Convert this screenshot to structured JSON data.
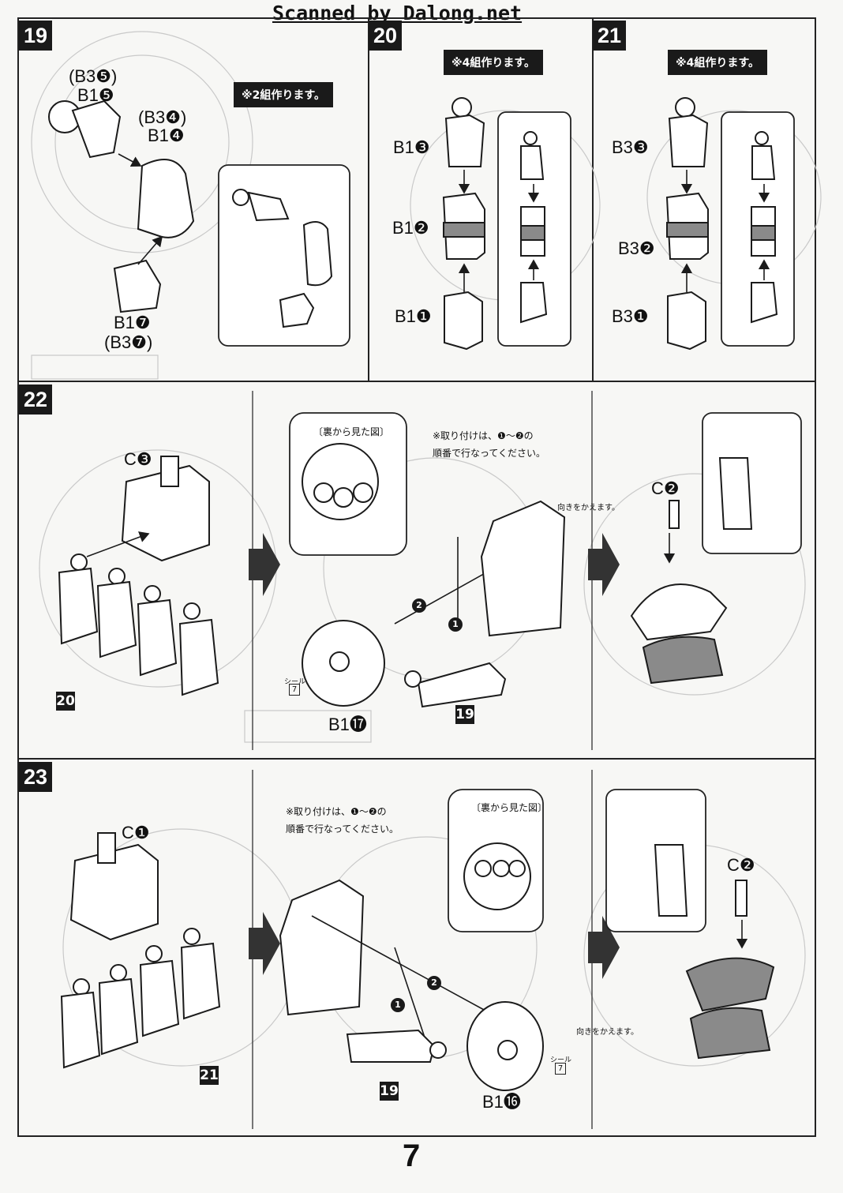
{
  "header": {
    "watermark": "Scanned by Dalong.net"
  },
  "steps": {
    "s19": {
      "number": "19",
      "note": "※2組作ります。",
      "labels": {
        "top_alt": "(B3❺)",
        "top": "B1❺",
        "mid_alt": "(B3❹)",
        "mid": "B1❹",
        "bot": "B1❼",
        "bot_alt": "(B3❼)"
      }
    },
    "s20": {
      "number": "20",
      "note": "※4組作ります。",
      "labels": {
        "top": "B1❸",
        "mid": "B1❷",
        "bot": "B1❶"
      }
    },
    "s21": {
      "number": "21",
      "note": "※4組作ります。",
      "labels": {
        "top": "B3❸",
        "mid": "B3❷",
        "bot": "B3❶"
      }
    },
    "s22": {
      "number": "22",
      "part_c": "C❸",
      "ref_step": "20",
      "ref_19": "19",
      "back_view": "〔裏から見た図〕",
      "order_note_1": "※取り付けは、❶～❷の",
      "order_note_2": "順番で行なってください。",
      "sticker_label": "シール",
      "sticker_no": "7",
      "disc": "B1⓱",
      "turn_note": "向きをかえます。",
      "part_c2": "C❷",
      "step1": "1",
      "step2": "2"
    },
    "s23": {
      "number": "23",
      "part_c": "C❶",
      "ref_step": "21",
      "ref_19": "19",
      "back_view": "〔裏から見た図〕",
      "order_note_1": "※取り付けは、❶～❷の",
      "order_note_2": "順番で行なってください。",
      "sticker_label": "シール",
      "sticker_no": "7",
      "disc": "B1⓰",
      "turn_note": "向きをかえます。",
      "part_c2": "C❷",
      "step1": "1",
      "step2": "2"
    }
  },
  "footer": {
    "page_number": "7"
  }
}
